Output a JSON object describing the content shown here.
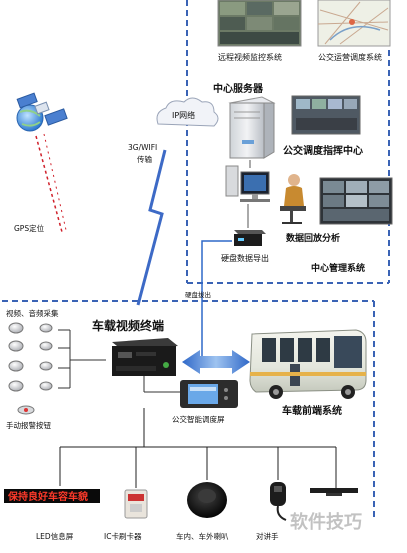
{
  "labels": {
    "remote_video": "远程视频监控系统",
    "bus_ops": "公交运营调度系统",
    "center_server": "中心服务器",
    "ip_network": "IP网络",
    "dispatch_center": "公交调度指挥中心",
    "data_playback": "数据回放分析",
    "hdd_export": "硬盘数据导出",
    "center_mgmt": "中心管理系统",
    "wireless_1": "3G/WIFI",
    "wireless_2": "传输",
    "gps": "GPS定位",
    "hdd_copy": "硬盘拔出",
    "av_capture": "视频、音频采集",
    "terminal": "车载视频终端",
    "manual_alarm": "手动报警按钮",
    "dispatch_screen": "公交智能调度屏",
    "front_system": "车载前端系统",
    "led_sign_text": "保持良好车容车貌",
    "led_screen": "LED信息屏",
    "ic_reader": "IC卡刷卡器",
    "speakers": "车内、车外喇叭",
    "intercom": "对讲手",
    "watermark": "软件技巧"
  },
  "colors": {
    "border_blue": "#3a63b5",
    "arrow_blue": "#2f68c8",
    "arrow_light": "#9ec3f0",
    "lightning_blue": "#3d6ac6",
    "gps_red": "#d0202a",
    "led_text": "#ff3a2a"
  },
  "icons": [
    "remote-monitor-icon",
    "city-map-icon",
    "server-icon",
    "cloud-icon",
    "control-room-icon",
    "computer-icon",
    "operator-icon",
    "video-wall-icon",
    "hard-disk-icon",
    "satellite-icon",
    "globe-icon",
    "camera-icon",
    "dvr-icon",
    "tablet-icon",
    "bus-icon",
    "card-reader-icon",
    "speaker-icon",
    "microphone-icon",
    "antenna-icon"
  ]
}
